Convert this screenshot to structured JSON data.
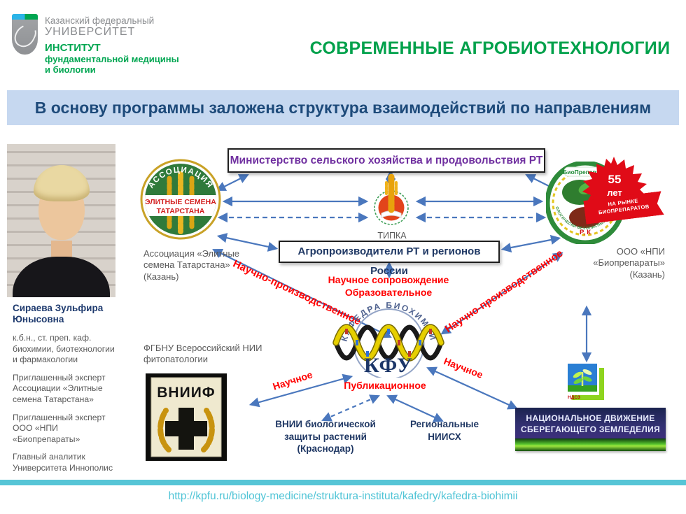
{
  "header": {
    "logo_line1": "Казанский федеральный",
    "logo_line2": "УНИВЕРСИТЕТ",
    "logo_line3": "ИНСТИТУТ",
    "logo_line4": "фундаментальной медицины",
    "logo_line5": "и биологии",
    "title": "СОВРЕМЕННЫЕ АГРОБИОТЕХНОЛОГИИ"
  },
  "subtitle": "В основу программы заложена структура взаимодействий по направлениям",
  "sidebar": {
    "name": "Сираева Зульфира Юнысовна",
    "roles": [
      "к.б.н., ст. преп. каф. биохимии, биотехнологии и фармакологии",
      "Приглашенный эксперт Ассоциации «Элитные семена Татарстана»",
      "Приглашенный эксперт ООО «НПИ «Биопрепараты»",
      "Главный аналитик Университета Иннополис"
    ]
  },
  "diagram": {
    "ministry": "Министерство сельского хозяйства и продовольствия РТ",
    "tipka_label": "ТИПКА",
    "agro_producers": "Агропроизводители РТ и регионов России",
    "association": {
      "arc": "АССОЦИАЦИЯ",
      "band_line1": "ЭЛИТНЫЕ СЕМЕНА",
      "band_line2": "ТАТАРСТАНА",
      "label": "Ассоциация «Элитные семена Татарстана» (Казань)"
    },
    "biopreparaty": {
      "band": "БиоПрепараты",
      "arc": "ЭКОЛОГИЧЕСКИ БЕЗОПАСНЫЙ ПРОДУКТ",
      "rk": "Р, К",
      "badge_55": "55",
      "badge_let": "лет",
      "ribbon_line1": "НА РЫНКЕ",
      "ribbon_line2": "БИОПРЕПАРАТОВ",
      "label": "ООО «НПИ «Биопрепараты» (Казань)"
    },
    "kfu": {
      "arc": "КАФЕДРА БИОХИМИИ",
      "abbr": "КФУ"
    },
    "edge_labels": {
      "support": "Научное сопровождение",
      "educational": "Образовательное",
      "publication": "Публикационное",
      "sci_prod_left": "Научно-производственное",
      "sci_prod_right": "Научно-производственное",
      "sci_left": "Научное",
      "sci_right": "Научное"
    },
    "vniif": {
      "label": "ФГБНУ Всероссийский НИИ фитопатологии",
      "logo_text": "ВНИИФ"
    },
    "vnii_bio": "ВНИИ биологической защиты растений (Краснодар)",
    "regional": "Региональные НИИСХ",
    "ndsz": {
      "logo_text": "НДСЗ",
      "box_line1": "НАЦИОНАЛЬНОЕ ДВИЖЕНИЕ",
      "box_line2": "СБЕРЕГАЮЩЕГО ЗЕМЛЕДЕЛИЯ"
    }
  },
  "footer": {
    "url": "http://kpfu.ru/biology-medicine/struktura-instituta/kafedry/kafedra-biohimii"
  },
  "colors": {
    "accent_green": "#00a14b",
    "arrow_blue": "#4a77bd",
    "label_red": "#ff0000",
    "ministry_purple": "#7030a0",
    "navy": "#1f3864",
    "subtitle_bg": "#c6d8f0",
    "footer_cyan": "#4fc4d6"
  }
}
